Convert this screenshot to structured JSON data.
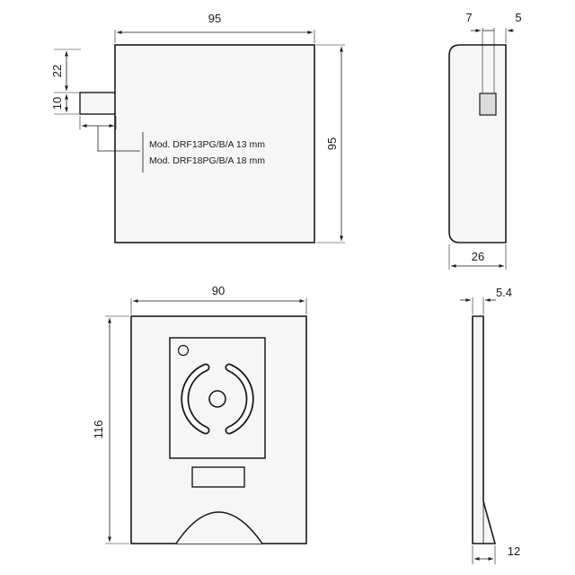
{
  "dimensions": {
    "front_width": "95",
    "front_height": "95",
    "latch_offset": "22",
    "latch_height": "10",
    "side_depth_a": "7",
    "side_depth_b": "5",
    "side_total": "26",
    "reader_width": "90",
    "reader_height": "116",
    "reader_side_thickness": "5.4",
    "reader_side_base": "12"
  },
  "notes": [
    "Mod. DRF13PG/B/A 13 mm",
    "Mod. DRF18PG/B/A 18 mm"
  ]
}
